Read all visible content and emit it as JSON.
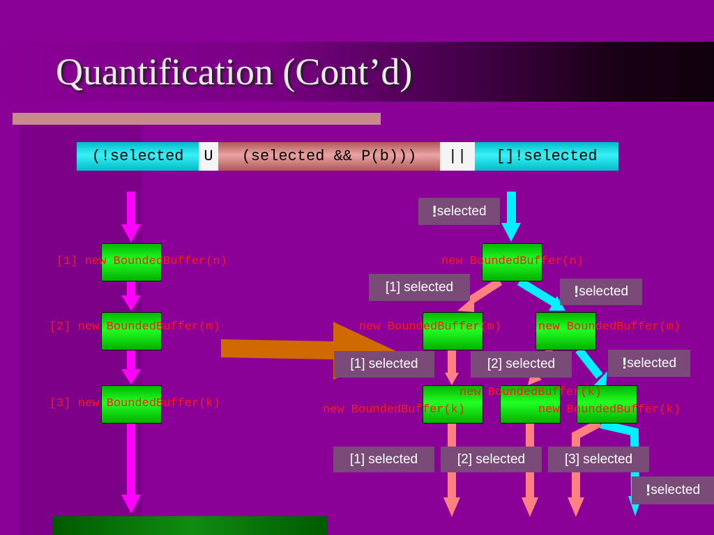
{
  "title": "Quantification (Cont’d)",
  "formula": {
    "part1": "(!selected ",
    "until": "U",
    "part2": " (selected && P(b))) ",
    "or": "||",
    "part3": " []!selected"
  },
  "left_chain": {
    "step1": "[1] new BoundedBuffer(n)",
    "step2": "[2] new BoundedBuffer(m)",
    "step3": "[3] new BoundedBuffer(k)"
  },
  "tree": {
    "root": "new BoundedBuffer(n)",
    "level2_left": "new BoundedBuffer(m)",
    "level2_right": "new BoundedBuffer(m)",
    "level3_a": "new BoundedBuffer(k)",
    "level3_b": "new BoundedBuffer(k)",
    "level3_c": "new BoundedBuffer(k)"
  },
  "labels": {
    "not_selected_top": {
      "bang": "!",
      "text": "selected"
    },
    "sel1_top": "[1] selected",
    "not_selected_mid": {
      "bang": "!",
      "text": "selected"
    },
    "sel1_mid": "[1] selected",
    "sel2_mid": "[2] selected",
    "not_selected_right": {
      "bang": "!",
      "text": "selected"
    },
    "sel1_bottom": "[1] selected",
    "sel2_bottom": "[2] selected",
    "sel3_bottom": "[3] selected",
    "not_selected_bottom": {
      "bang": "!",
      "text": "selected"
    }
  },
  "colors": {
    "background": "#8b0096",
    "magenta_arrow": "#ff00ff",
    "cyan_arrow": "#00f0ff",
    "salmon_arrow": "#ff8080",
    "orange_arrow": "#d06a00",
    "box_green": "#22ff22",
    "code_red": "#ff1a1a"
  }
}
